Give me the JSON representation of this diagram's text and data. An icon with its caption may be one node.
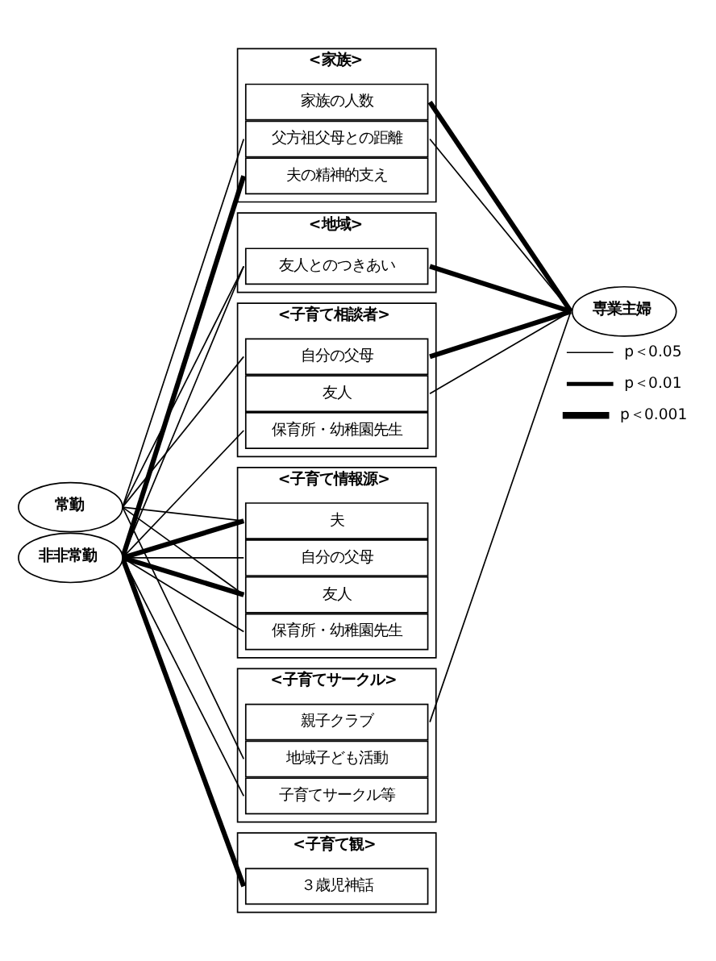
{
  "diagram": {
    "nodes": [
      {
        "text": [
          "<家族>"
        ]
      },
      {
        "text": [
          "家族の人数"
        ],
        "in": 0
      },
      {
        "text": [
          "父方祖父母との距離"
        ],
        "in": 0
      },
      {
        "text": [
          "夫の精神的支え"
        ],
        "in": 0
      },
      {
        "text": [
          "<地域>"
        ]
      },
      {
        "text": [
          "友人とのつきあい"
        ],
        "in": 4
      },
      {
        "text": [
          "<子育て相談者>"
        ]
      },
      {
        "text": [
          "自分の父母"
        ],
        "in": 6
      },
      {
        "text": [
          "友人"
        ],
        "in": 6
      },
      {
        "text": [
          "保育所・幼稚園先生"
        ],
        "in": 6
      },
      {
        "text": [
          "<子育て情報源>"
        ]
      },
      {
        "text": [
          "夫"
        ],
        "in": 10
      },
      {
        "text": [
          "自分の父母"
        ],
        "in": 10
      },
      {
        "text": [
          "友人"
        ],
        "in": 10
      },
      {
        "text": [
          "保育所・幼稚園先生"
        ],
        "in": 10
      },
      {
        "text": [
          "<子育てサークル>"
        ]
      },
      {
        "text": [
          "親子クラブ"
        ],
        "in": 15
      },
      {
        "text": [
          "地域子ども活動"
        ],
        "in": 15
      },
      {
        "text": [
          "子育てサークル等"
        ],
        "in": 15
      },
      {
        "text": [
          "<子育て観>"
        ]
      },
      {
        "text": [
          "３歳児神話"
        ],
        "in": 19
      },
      {
        "text": [
          "常勤"
        ]
      },
      {
        "text": [
          "非非常勤"
        ]
      },
      {
        "text": [
          "専業主婦"
        ]
      }
    ],
    "edges": [
      {
        "from": 21,
        "to": 2,
        "arrow": "none"
      },
      {
        "from": 21,
        "to": 5,
        "arrow": "none"
      },
      {
        "from": 21,
        "to": 7,
        "arrow": "none"
      },
      {
        "from": 21,
        "to": 11,
        "arrow": "none"
      },
      {
        "from": 21,
        "to": 13,
        "arrow": "none"
      },
      {
        "from": 21,
        "to": 17,
        "arrow": "none"
      },
      {
        "from": 22,
        "to": 3,
        "arrow": "none",
        "style": "thick"
      },
      {
        "from": 22,
        "to": 5,
        "arrow": "none"
      },
      {
        "from": 22,
        "to": 9,
        "arrow": "none"
      },
      {
        "from": 22,
        "to": 11,
        "arrow": "none",
        "style": "thick"
      },
      {
        "from": 22,
        "to": 12,
        "arrow": "none"
      },
      {
        "from": 22,
        "to": 13,
        "arrow": "none",
        "style": "thick"
      },
      {
        "from": 22,
        "to": 14,
        "arrow": "none"
      },
      {
        "from": 22,
        "to": 18,
        "arrow": "none"
      },
      {
        "from": 22,
        "to": 20,
        "arrow": "none",
        "style": "thick"
      },
      {
        "from": 1,
        "to": 23,
        "arrow": "none",
        "style": "thick"
      },
      {
        "from": 2,
        "to": 23,
        "arrow": "none"
      },
      {
        "from": 5,
        "to": 23,
        "arrow": "none",
        "style": "thick"
      },
      {
        "from": 7,
        "to": 23,
        "arrow": "none",
        "style": "thick"
      },
      {
        "from": 8,
        "to": 23,
        "arrow": "none"
      },
      {
        "from": 16,
        "to": 23,
        "arrow": "none"
      }
    ],
    "legend": [
      {
        "text": "p＜0.05"
      },
      {
        "text": "p＜0.01"
      },
      {
        "text": "p＜0.001"
      }
    ]
  }
}
